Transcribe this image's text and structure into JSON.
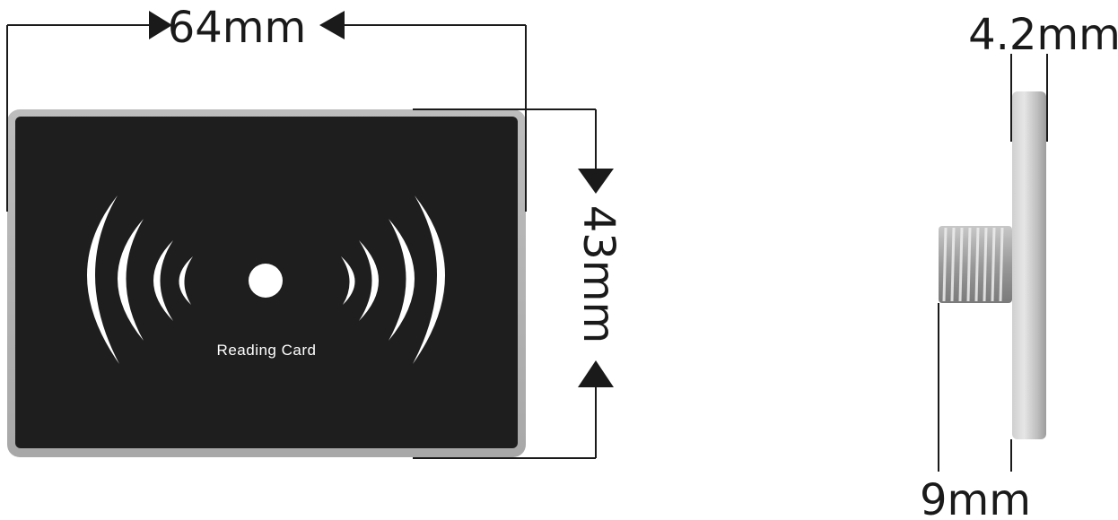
{
  "dimensions": {
    "width": "64mm",
    "height": "43mm",
    "plate_thickness": "4.2mm",
    "total_depth": "9mm"
  },
  "reader": {
    "label": "Reading Card"
  },
  "colors": {
    "panel": "#1e1e1e",
    "bezel": "#b4b4b4",
    "line": "#1a1a1a",
    "wave": "#ffffff"
  }
}
